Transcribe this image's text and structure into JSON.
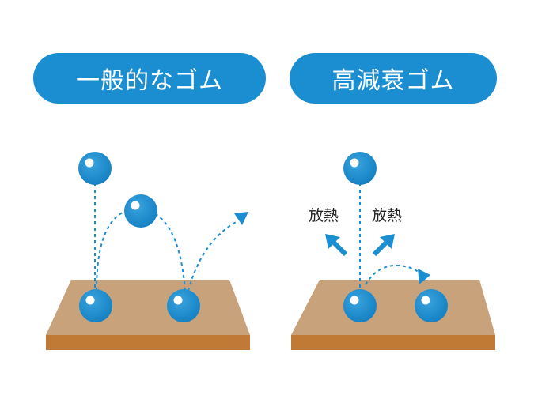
{
  "panels": {
    "left": {
      "title": "一般的なゴム"
    },
    "right": {
      "title": "高減衰ゴム"
    }
  },
  "heat_labels": [
    "放熱",
    "放熱"
  ],
  "colors": {
    "ball": "#1a8ed0",
    "title_bg": "#1a8ed0",
    "surface_top": "#c8a27a",
    "surface_side": "#c07a35",
    "arrow": "#1a8ed0"
  }
}
